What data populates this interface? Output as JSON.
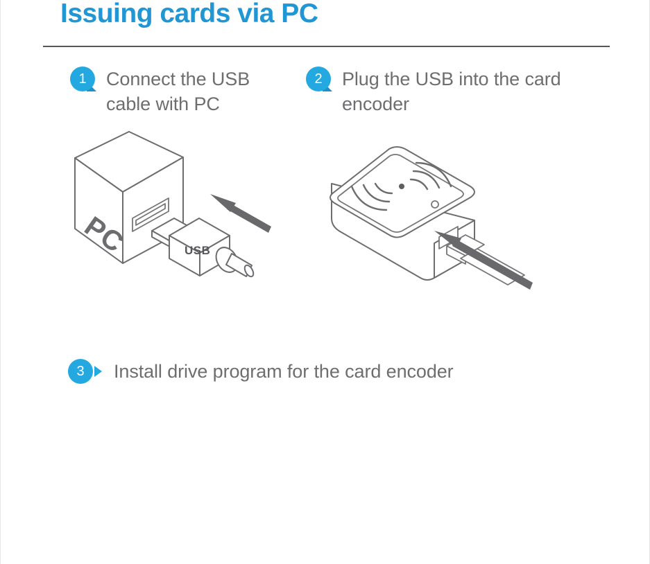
{
  "page": {
    "title": "Issuing cards via PC",
    "title_color": "#2196d4",
    "background_color": "#ffffff",
    "body_text_color": "#6e6e70",
    "line_art_color": "#6d6d70",
    "arrow_color": "#69696c"
  },
  "steps": [
    {
      "number": "1",
      "text": "Connect the USB cable with PC",
      "marker": "circle-with-corner-tail"
    },
    {
      "number": "2",
      "text": "Plug the USB into the card encoder",
      "marker": "circle-with-corner-tail"
    },
    {
      "number": "3",
      "text": "Install drive program for the card encoder",
      "marker": "circle-with-chevron"
    }
  ],
  "illustrations": {
    "pc": {
      "name": "pc-usb-connection-diagram",
      "box_label": "PC",
      "connector_label": "USB",
      "parts": [
        "isometric-cube",
        "usb-port-slot",
        "usb-connector",
        "usb-cable",
        "direction-arrow"
      ]
    },
    "encoder": {
      "name": "card-encoder-usb-diagram",
      "parts": [
        "rounded-isometric-box",
        "rfid-wave-symbol",
        "led-indicator",
        "usb-port-slot",
        "usb-plug",
        "usb-cable",
        "direction-arrow"
      ]
    }
  }
}
